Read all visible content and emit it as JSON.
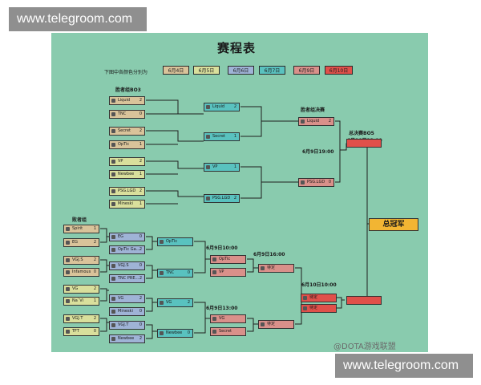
{
  "watermark": {
    "top": "www.telegroom.com",
    "bottom": "www.telegroom.com"
  },
  "title": "赛程表",
  "legend": {
    "prefix": "下图中各颜色分别为",
    "dates": [
      "6月4日",
      "6月5日",
      "6月6日",
      "6月7日",
      "6月9日",
      "6月10日"
    ]
  },
  "labels": {
    "winners_bo3": "胜者组BO3",
    "winners_final": "胜者组决赛",
    "grand_final_bo5": "总决赛BO5",
    "grand_final_time": "6月10日13:00",
    "wf_time": "6月9日19:00",
    "losers": "败者组",
    "lr3_time_a": "6月9日10:00",
    "lr3_time_b": "6月9日13:00",
    "lr4_time": "6月9日16:00",
    "lf_time": "6月10日10:00",
    "champion": "总冠军"
  },
  "weibo": "@DOTA游戏联盟",
  "winners_r1": [
    {
      "team": "Liquid",
      "score": "2"
    },
    {
      "team": "TNC",
      "score": "0"
    },
    {
      "team": "Secret",
      "score": "2"
    },
    {
      "team": "OpTic",
      "score": "1"
    },
    {
      "team": "VP",
      "score": "2"
    },
    {
      "team": "Newbee",
      "score": "1"
    },
    {
      "team": "PSG.LGD",
      "score": "2"
    },
    {
      "team": "Mineski",
      "score": "1"
    }
  ],
  "winners_r2": [
    {
      "team": "Liquid",
      "score": "2"
    },
    {
      "team": "Secret",
      "score": "1"
    },
    {
      "team": "VP",
      "score": "1"
    },
    {
      "team": "PSG.LGD",
      "score": "2"
    }
  ],
  "winners_final": [
    {
      "team": "Liquid",
      "score": "2"
    },
    {
      "team": "PSG.LGD",
      "score": "0"
    }
  ],
  "losers_r1": [
    {
      "team": "Spirit",
      "score": "1"
    },
    {
      "team": "EG",
      "score": "2"
    },
    {
      "team": "VGJ.S",
      "score": "2"
    },
    {
      "team": "Infamous",
      "score": "0"
    },
    {
      "team": "VG",
      "score": "2"
    },
    {
      "team": "Na`Vi",
      "score": "1"
    },
    {
      "team": "VGJ.T",
      "score": "2"
    },
    {
      "team": "TFT",
      "score": "0"
    }
  ],
  "losers_r2_drop": [
    {
      "team": "EG",
      "score": "0"
    },
    {
      "team": "OpTic Ga...",
      "score": "2"
    },
    {
      "team": "VGJ.S",
      "score": "0"
    },
    {
      "team": "TNC PRE...",
      "score": "2"
    },
    {
      "team": "VG",
      "score": "2"
    },
    {
      "team": "Mineski",
      "score": "0"
    },
    {
      "team": "VGJ.T",
      "score": "0"
    },
    {
      "team": "Newbee",
      "score": "2"
    }
  ],
  "losers_r2": [
    {
      "team": "OpTic",
      "score": ""
    },
    {
      "team": "TNC",
      "score": "0"
    },
    {
      "team": "VG",
      "score": "2"
    },
    {
      "team": "Newbee",
      "score": "0"
    }
  ],
  "losers_r3": [
    {
      "team": "OpTic",
      "score": ""
    },
    {
      "team": "VP",
      "score": ""
    },
    {
      "team": "VG",
      "score": ""
    },
    {
      "team": "Secret",
      "score": ""
    }
  ],
  "losers_r4": [
    {
      "team": "待定",
      "score": ""
    },
    {
      "team": "待定",
      "score": ""
    }
  ],
  "losers_final": [
    {
      "team": "待定",
      "score": ""
    },
    {
      "team": "待定",
      "score": ""
    }
  ],
  "grand_final": [
    {
      "team": "",
      "score": ""
    },
    {
      "team": "",
      "score": ""
    }
  ]
}
